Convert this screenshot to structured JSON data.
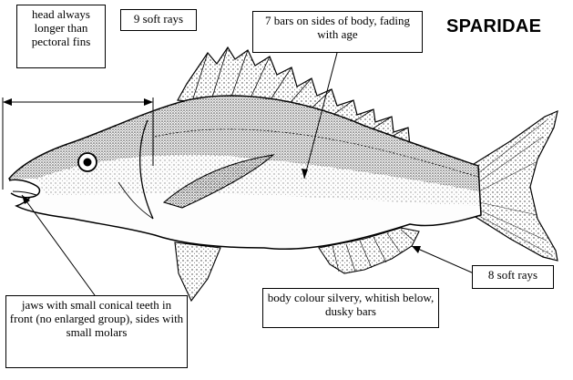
{
  "title": "SPARIDAE",
  "labels": {
    "head": "head always longer than pectoral fins",
    "dorsal_rays": "9 soft rays",
    "bars": "7 bars on sides of body, fading with age",
    "anal_rays": "8 soft rays",
    "body_colour": "body colour silvery, whitish below, dusky bars",
    "jaws": "jaws with small conical teeth in front (no enlarged group), sides with small molars"
  }
}
